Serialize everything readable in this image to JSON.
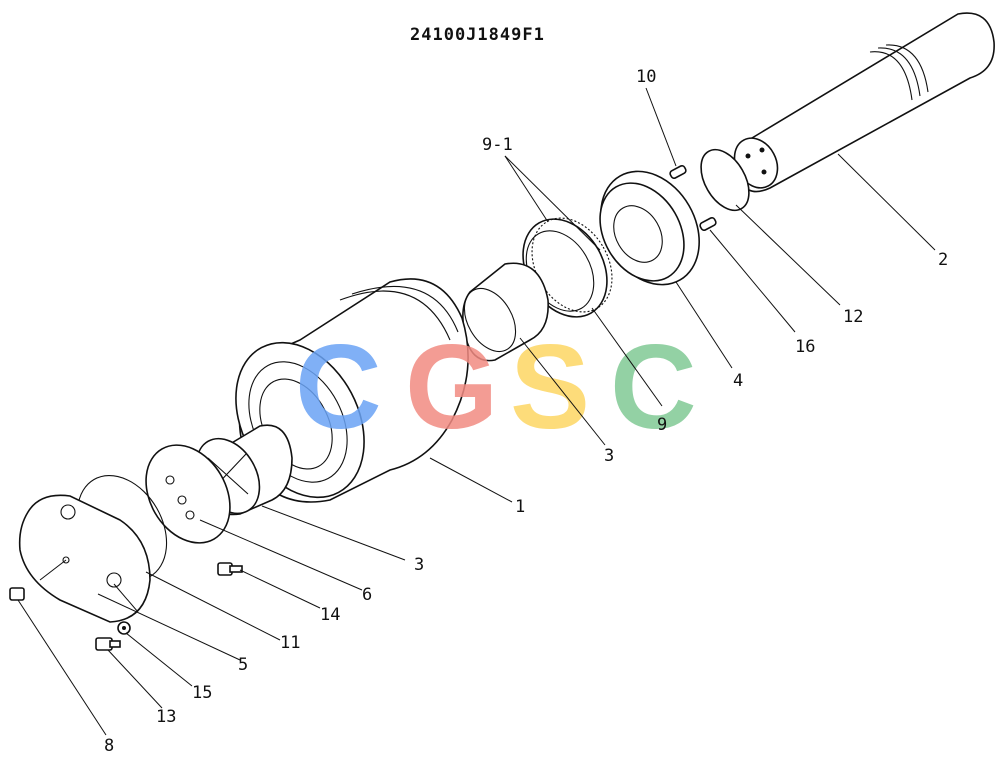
{
  "drawing_number": "24100J1849F1",
  "callouts": {
    "c1": "1",
    "c2": "2",
    "c3a": "3",
    "c3b": "3",
    "c4": "4",
    "c5": "5",
    "c6": "6",
    "c8": "8",
    "c9": "9",
    "c91": "9-1",
    "c10": "10",
    "c11": "11",
    "c12": "12",
    "c13": "13",
    "c14": "14",
    "c15": "15",
    "c16": "16"
  },
  "watermark": {
    "letters": [
      "C",
      "G",
      "S",
      "C"
    ],
    "colors": [
      "#6aa3f5",
      "#f28b82",
      "#fdd663",
      "#81c995"
    ]
  }
}
